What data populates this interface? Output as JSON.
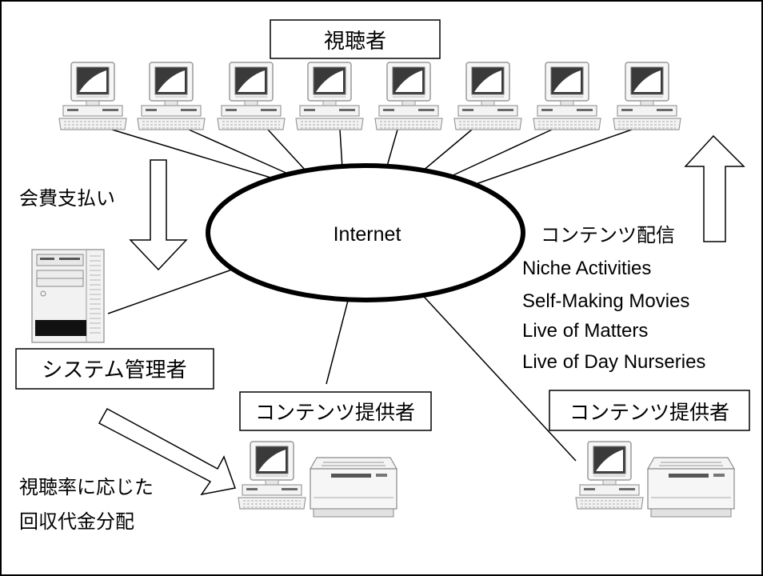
{
  "viewers_label": "視聴者",
  "internet_label": "Internet",
  "fee_payment_label": "会費支払い",
  "content_delivery_label": "コンテンツ配信",
  "content_types": [
    "Niche Activities",
    "Self-Making Movies",
    "Live of Matters",
    "Live of Day Nurseries"
  ],
  "system_admin_label": "システム管理者",
  "content_provider_labels": [
    "コンテンツ提供者",
    "コンテンツ提供者"
  ],
  "revenue_distribution_lines": [
    "視聴率に応じた",
    "回収代金分配"
  ]
}
